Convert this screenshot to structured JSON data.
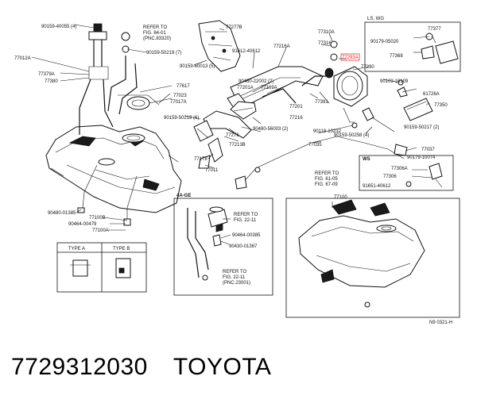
{
  "caption": {
    "part_number": "7729312030",
    "brand": "TOYOTA"
  },
  "highlight_color": "#e0201a",
  "labels": {
    "p90159_40055": "90159-40055 (4)",
    "p77012A": "77012A",
    "p77379A": "77379A",
    "p77380": "77380",
    "refer_fig_84_01": "REFER TO",
    "refer_fig_84_01_b": "FIG. 84-01",
    "refer_fig_84_01_c": "(PNC.83320)",
    "p90159_50219_7": "90159-50219 (7)",
    "p77277B": "77277B",
    "p90159_60013": "90159-60013 (5)",
    "p77617": "77617",
    "p77023": "77023",
    "p77017A": "77017A",
    "p91612_40612": "91612-40612",
    "p77216A": "77216A",
    "p77310A": "77310A",
    "p77316": "77316",
    "p77293A": "77293A",
    "p77290": "77290",
    "p90480_22002": "90480-22002 (2)",
    "p77201A": "77201A",
    "p77169A": "77169A",
    "p77391": "77391",
    "p77201": "77201",
    "p90159_50219_6": "90159-50219 (6)",
    "p90480_56003": "90480-56003 (2)",
    "p77216": "77216",
    "p77276": "77276",
    "p77213B": "77213B",
    "p90118_10232": "90118-10232",
    "p77178": "77178",
    "p77011": "77011",
    "p77035": "77035",
    "lswg": "LS, WG",
    "p77377": "77377",
    "p90179_05020": "90179-05020",
    "p77368": "77368",
    "p90109_10109": "90109-10109",
    "p61726A": "61726A",
    "p77350": "77350",
    "p90159_50217": "90159-50217 (2)",
    "p90159_50258": "90159-50258 (4)",
    "p77037": "77037",
    "ws": "WS",
    "p90179_10074": "90179-10074",
    "refer_fig_61_05": "REFER TO",
    "refer_fig_61_05_b": "FIG. 61-05",
    "refer_fig_61_05_c": "FIG. 67-09",
    "p77306A": "77306A",
    "p77306": "77306",
    "p91651_40612": "91651-40612",
    "p90480_01385": "90480-01385",
    "p77100B": "77100B",
    "p90464_00479": "90464-00479",
    "p77100A": "77100A",
    "ge4a": "4A-GE",
    "refer_fig_22_11": "REFER TO",
    "refer_fig_22_11_b": "FIG. 22-11",
    "p90464_00385": "90464-00385",
    "p90430_01367": "90430-01367",
    "refer_fig_22_11_2": "REFER TO",
    "refer_fig_22_11_2b": "FIG. 22-11",
    "refer_fig_22_11_2c": "(PNC.23001)",
    "p77100": "77100",
    "type_a": "TYPE A",
    "type_b": "TYPE B",
    "diagram_no": "N9 0321-H"
  }
}
